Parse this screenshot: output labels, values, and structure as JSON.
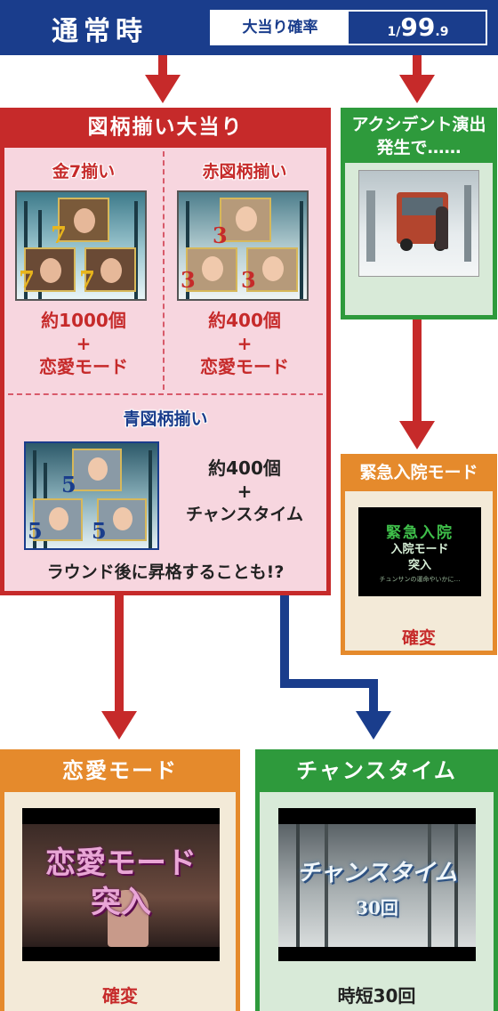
{
  "header": {
    "title": "通常時",
    "probability_label": "大当り確率",
    "probability_prefix": "1/",
    "probability_value": "99",
    "probability_decimal": ".9"
  },
  "main_box": {
    "title": "図柄揃い大当り",
    "gold": {
      "title": "金7揃い",
      "digit": "7",
      "reward_balls": "約1000個",
      "reward_plus": "+",
      "reward_mode": "恋愛モード"
    },
    "red": {
      "title": "赤図柄揃い",
      "digit": "3",
      "reward_balls": "約400個",
      "reward_plus": "+",
      "reward_mode": "恋愛モード"
    },
    "blue": {
      "title": "青図柄揃い",
      "digit": "5",
      "reward_balls": "約400個",
      "reward_plus": "+",
      "reward_mode": "チャンスタイム"
    },
    "note": "ラウンド後に昇格することも!?"
  },
  "accident": {
    "title_line1": "アクシデント演出",
    "title_line2": "発生で……"
  },
  "hospital": {
    "title": "緊急入院モード",
    "screen_line1": "緊急入院",
    "screen_line2": "入院モード",
    "screen_line3": "突入",
    "screen_line4": "チュンサンの運命やいかに…",
    "label": "確変"
  },
  "love_mode": {
    "title": "恋愛モード",
    "screen_line1": "恋愛モード",
    "screen_line2": "突入",
    "label": "確変"
  },
  "chance_time": {
    "title": "チャンスタイム",
    "screen_line1": "チャンスタイム",
    "screen_line2": "30回",
    "label": "時短30回"
  },
  "colors": {
    "navy": "#1a3d8c",
    "red": "#c62a2a",
    "green": "#2e9a3c",
    "orange": "#e58a2c",
    "pink": "#f7d6df"
  }
}
